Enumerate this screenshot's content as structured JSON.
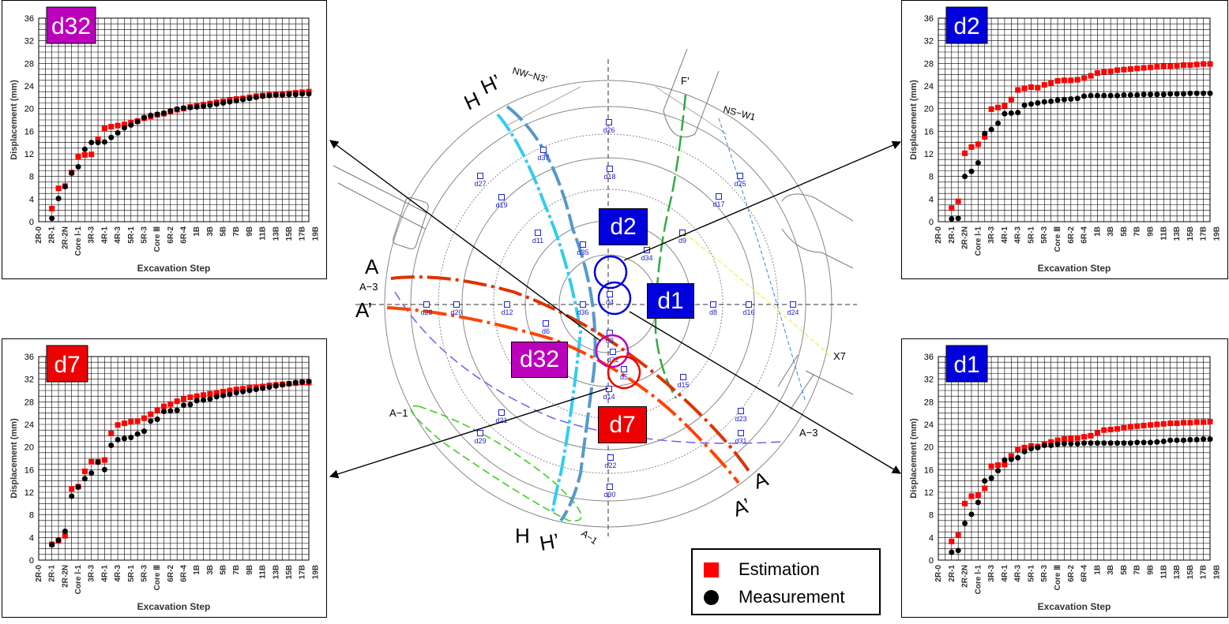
{
  "legend": {
    "estimation_label": "Estimation",
    "measurement_label": "Measurement"
  },
  "colors": {
    "estimation": "#ff0000",
    "measurement": "#000000",
    "badge_blue": "#0000dd",
    "badge_red": "#ee0000",
    "badge_magenta": "#bb00bb"
  },
  "badges": {
    "d2": "d2",
    "d1": "d1",
    "d32": "d32",
    "d7": "d7"
  },
  "plan": {
    "section_labels": {
      "A_top": "A",
      "A_prime_top": "A’",
      "A3_top": "A−3",
      "A_bottom": "A",
      "A_prime_bottom": "A’",
      "H_top": "H",
      "H_prime_top": "H’",
      "H_bottom": "H",
      "H_prime_bottom": "H’",
      "A1_left": "A−1",
      "A1_bottom": "A−1",
      "A3_right": "A−3",
      "F_prime": "F’",
      "NW_N3": "NW−N3’",
      "NS_W1": "NS−W1",
      "X7": "X7"
    },
    "gauges": [
      "d26",
      "d18",
      "d37",
      "d27",
      "d19",
      "d25",
      "d17",
      "d11",
      "d35",
      "d9",
      "d34",
      "d28",
      "d20",
      "d12",
      "d4",
      "d3",
      "d8",
      "d16",
      "d24",
      "d6",
      "d36",
      "d32",
      "d15",
      "d21",
      "d29",
      "d14",
      "d23",
      "d31",
      "d22",
      "d30",
      "d5"
    ]
  },
  "chart_data": [
    {
      "id": "d32",
      "type": "scatter",
      "badge": "d32",
      "xlabel": "Excavation Step",
      "ylabel": "Displacement (mm)",
      "ylim": [
        0,
        36
      ],
      "yticks": [
        "0",
        "4",
        "8",
        "12",
        "16",
        "20",
        "24",
        "28",
        "32",
        "36"
      ],
      "xticks": [
        "2R-0",
        "2R-1",
        "2R-2N",
        "Core Ⅰ-1",
        "3R-3",
        "4R-1",
        "4R-3",
        "5R-1",
        "5R-3",
        "Core Ⅲ",
        "6R-2",
        "6R-4",
        "1B",
        "3B",
        "5B",
        "7B",
        "9B",
        "11B",
        "13B",
        "15B",
        "17B",
        "19B"
      ],
      "grid": true,
      "series": [
        {
          "name": "Estimation",
          "marker": "square",
          "x_start": 2,
          "values": [
            2.3,
            5.9,
            6.3,
            8.7,
            11.5,
            11.8,
            11.9,
            14.6,
            16.5,
            16.8,
            17.0,
            17.2,
            17.5,
            17.8,
            18.3,
            18.6,
            18.9,
            19.1,
            19.5,
            19.8,
            20.0,
            20.3,
            20.5,
            20.7,
            20.9,
            21.1,
            21.3,
            21.5,
            21.7,
            21.8,
            22.0,
            22.2,
            22.3,
            22.4,
            22.5,
            22.6,
            22.7,
            22.8,
            22.9,
            23.0
          ]
        },
        {
          "name": "Measurement",
          "marker": "circle",
          "x_start": 2,
          "values": [
            0.6,
            4.1,
            6.2,
            8.6,
            9.7,
            12.8,
            14.0,
            14.0,
            14.1,
            14.9,
            15.7,
            16.6,
            17.1,
            17.7,
            18.4,
            18.8,
            19.0,
            19.2,
            19.6,
            19.9,
            20.1,
            20.2,
            20.3,
            20.4,
            20.6,
            20.8,
            21.0,
            21.2,
            21.4,
            21.6,
            21.8,
            22.0,
            22.2,
            22.3,
            22.4,
            22.4,
            22.5,
            22.5,
            22.6,
            22.6
          ]
        }
      ]
    },
    {
      "id": "d2",
      "type": "scatter",
      "badge": "d2",
      "xlabel": "Excavation Step",
      "ylabel": "Displacement (mm)",
      "ylim": [
        0,
        36
      ],
      "yticks": [
        "0",
        "4",
        "8",
        "12",
        "16",
        "20",
        "24",
        "28",
        "32",
        "36"
      ],
      "xticks": [
        "2R-0",
        "2R-1",
        "2R-2N",
        "Core Ⅰ-1",
        "3R-3",
        "4R-1",
        "4R-3",
        "5R-1",
        "5R-3",
        "Core Ⅲ",
        "6R-2",
        "6R-4",
        "1B",
        "3B",
        "5B",
        "7B",
        "9B",
        "11B",
        "13B",
        "15B",
        "17B",
        "19B"
      ],
      "grid": true,
      "series": [
        {
          "name": "Estimation",
          "marker": "square",
          "x_start": 2,
          "values": [
            2.4,
            3.6,
            12.1,
            13.2,
            13.7,
            15.0,
            19.9,
            20.2,
            20.5,
            21.6,
            23.3,
            23.6,
            23.8,
            23.7,
            24.2,
            24.5,
            24.9,
            25.0,
            25.0,
            25.1,
            25.4,
            25.8,
            26.3,
            26.5,
            26.6,
            26.8,
            26.9,
            27.0,
            27.1,
            27.2,
            27.3,
            27.4,
            27.5,
            27.5,
            27.6,
            27.7,
            27.7,
            27.8,
            27.9,
            27.9,
            28.0,
            28.0
          ]
        },
        {
          "name": "Measurement",
          "marker": "circle",
          "x_start": 2,
          "values": [
            0.5,
            0.6,
            8.0,
            8.9,
            10.4,
            15.6,
            16.3,
            17.4,
            19.1,
            19.2,
            19.3,
            20.6,
            20.8,
            21.0,
            21.2,
            21.3,
            21.5,
            21.6,
            21.7,
            21.8,
            22.2,
            22.3,
            22.3,
            22.3,
            22.3,
            22.3,
            22.4,
            22.4,
            22.4,
            22.5,
            22.5,
            22.5,
            22.5,
            22.6,
            22.6,
            22.6,
            22.7,
            22.7,
            22.7,
            22.7,
            22.8,
            22.8
          ]
        }
      ]
    },
    {
      "id": "d7",
      "type": "scatter",
      "badge": "d7",
      "xlabel": "Excavation Step",
      "ylabel": "Displacement (mm)",
      "ylim": [
        0,
        36
      ],
      "yticks": [
        "0",
        "4",
        "8",
        "12",
        "16",
        "20",
        "24",
        "28",
        "32",
        "36"
      ],
      "xticks": [
        "2R-0",
        "2R-1",
        "2R-2N",
        "Core Ⅰ-1",
        "3R-3",
        "4R-1",
        "4R-3",
        "5R-1",
        "5R-3",
        "Core Ⅲ",
        "6R-2",
        "6R-4",
        "1B",
        "3B",
        "5B",
        "7B",
        "9B",
        "11B",
        "13B",
        "15B",
        "17B",
        "19B"
      ],
      "grid": true,
      "series": [
        {
          "name": "Estimation",
          "marker": "square",
          "x_start": 2,
          "values": [
            2.8,
            3.4,
            4.3,
            12.6,
            13.0,
            15.7,
            17.4,
            17.4,
            17.7,
            22.4,
            23.9,
            24.2,
            24.5,
            24.6,
            25.1,
            25.8,
            26.5,
            27.2,
            27.6,
            28.1,
            28.5,
            28.8,
            29.0,
            29.2,
            29.4,
            29.6,
            29.8,
            30.0,
            30.2,
            30.3,
            30.5,
            30.6,
            30.7,
            30.9,
            31.0,
            31.1,
            31.2,
            31.3,
            31.4,
            31.4,
            31.5,
            31.5
          ]
        },
        {
          "name": "Measurement",
          "marker": "circle",
          "x_start": 2,
          "values": [
            2.7,
            3.5,
            5.1,
            11.3,
            12.9,
            14.4,
            15.4,
            17.3,
            16.0,
            20.3,
            21.3,
            21.5,
            21.7,
            22.3,
            22.8,
            24.6,
            24.9,
            26.3,
            26.4,
            26.5,
            27.4,
            27.5,
            28.2,
            28.3,
            28.5,
            28.9,
            29.1,
            29.3,
            29.6,
            29.8,
            30.0,
            30.2,
            30.4,
            30.6,
            30.8,
            31.0,
            31.2,
            31.4,
            31.5,
            31.6,
            31.7,
            31.8
          ]
        }
      ]
    },
    {
      "id": "d1",
      "type": "scatter",
      "badge": "d1",
      "xlabel": "Excavation Step",
      "ylabel": "Displacement (mm)",
      "ylim": [
        0,
        36
      ],
      "yticks": [
        "0",
        "4",
        "8",
        "12",
        "16",
        "20",
        "24",
        "28",
        "32",
        "36"
      ],
      "xticks": [
        "2R-0",
        "2R-1",
        "2R-2N",
        "Core Ⅰ-1",
        "3R-3",
        "4R-1",
        "4R-3",
        "5R-1",
        "5R-3",
        "Core Ⅲ",
        "6R-2",
        "6R-4",
        "1B",
        "3B",
        "5B",
        "7B",
        "9B",
        "11B",
        "13B",
        "15B",
        "17B",
        "19B"
      ],
      "grid": true,
      "series": [
        {
          "name": "Estimation",
          "marker": "square",
          "x_start": 2,
          "values": [
            3.3,
            4.4,
            10.0,
            11.3,
            11.5,
            12.7,
            16.6,
            16.8,
            16.9,
            18.4,
            19.6,
            19.9,
            20.2,
            20.1,
            20.5,
            20.9,
            21.2,
            21.4,
            21.5,
            21.6,
            21.8,
            22.0,
            22.5,
            23.0,
            23.1,
            23.2,
            23.4,
            23.6,
            23.7,
            23.8,
            23.9,
            24.0,
            24.1,
            24.2,
            24.2,
            24.3,
            24.3,
            24.4,
            24.4,
            24.5,
            24.5,
            24.6
          ]
        },
        {
          "name": "Measurement",
          "marker": "circle",
          "x_start": 2,
          "values": [
            1.4,
            1.7,
            6.5,
            8.1,
            10.2,
            14.0,
            14.5,
            15.8,
            17.7,
            17.8,
            18.1,
            19.2,
            19.7,
            19.9,
            20.3,
            20.3,
            20.5,
            20.6,
            20.6,
            20.6,
            20.7,
            20.7,
            20.7,
            20.7,
            20.7,
            20.7,
            20.7,
            20.7,
            20.8,
            20.8,
            20.8,
            20.9,
            21.0,
            21.2,
            21.2,
            21.2,
            21.3,
            21.3,
            21.4,
            21.4,
            21.4,
            21.5
          ]
        }
      ]
    }
  ]
}
